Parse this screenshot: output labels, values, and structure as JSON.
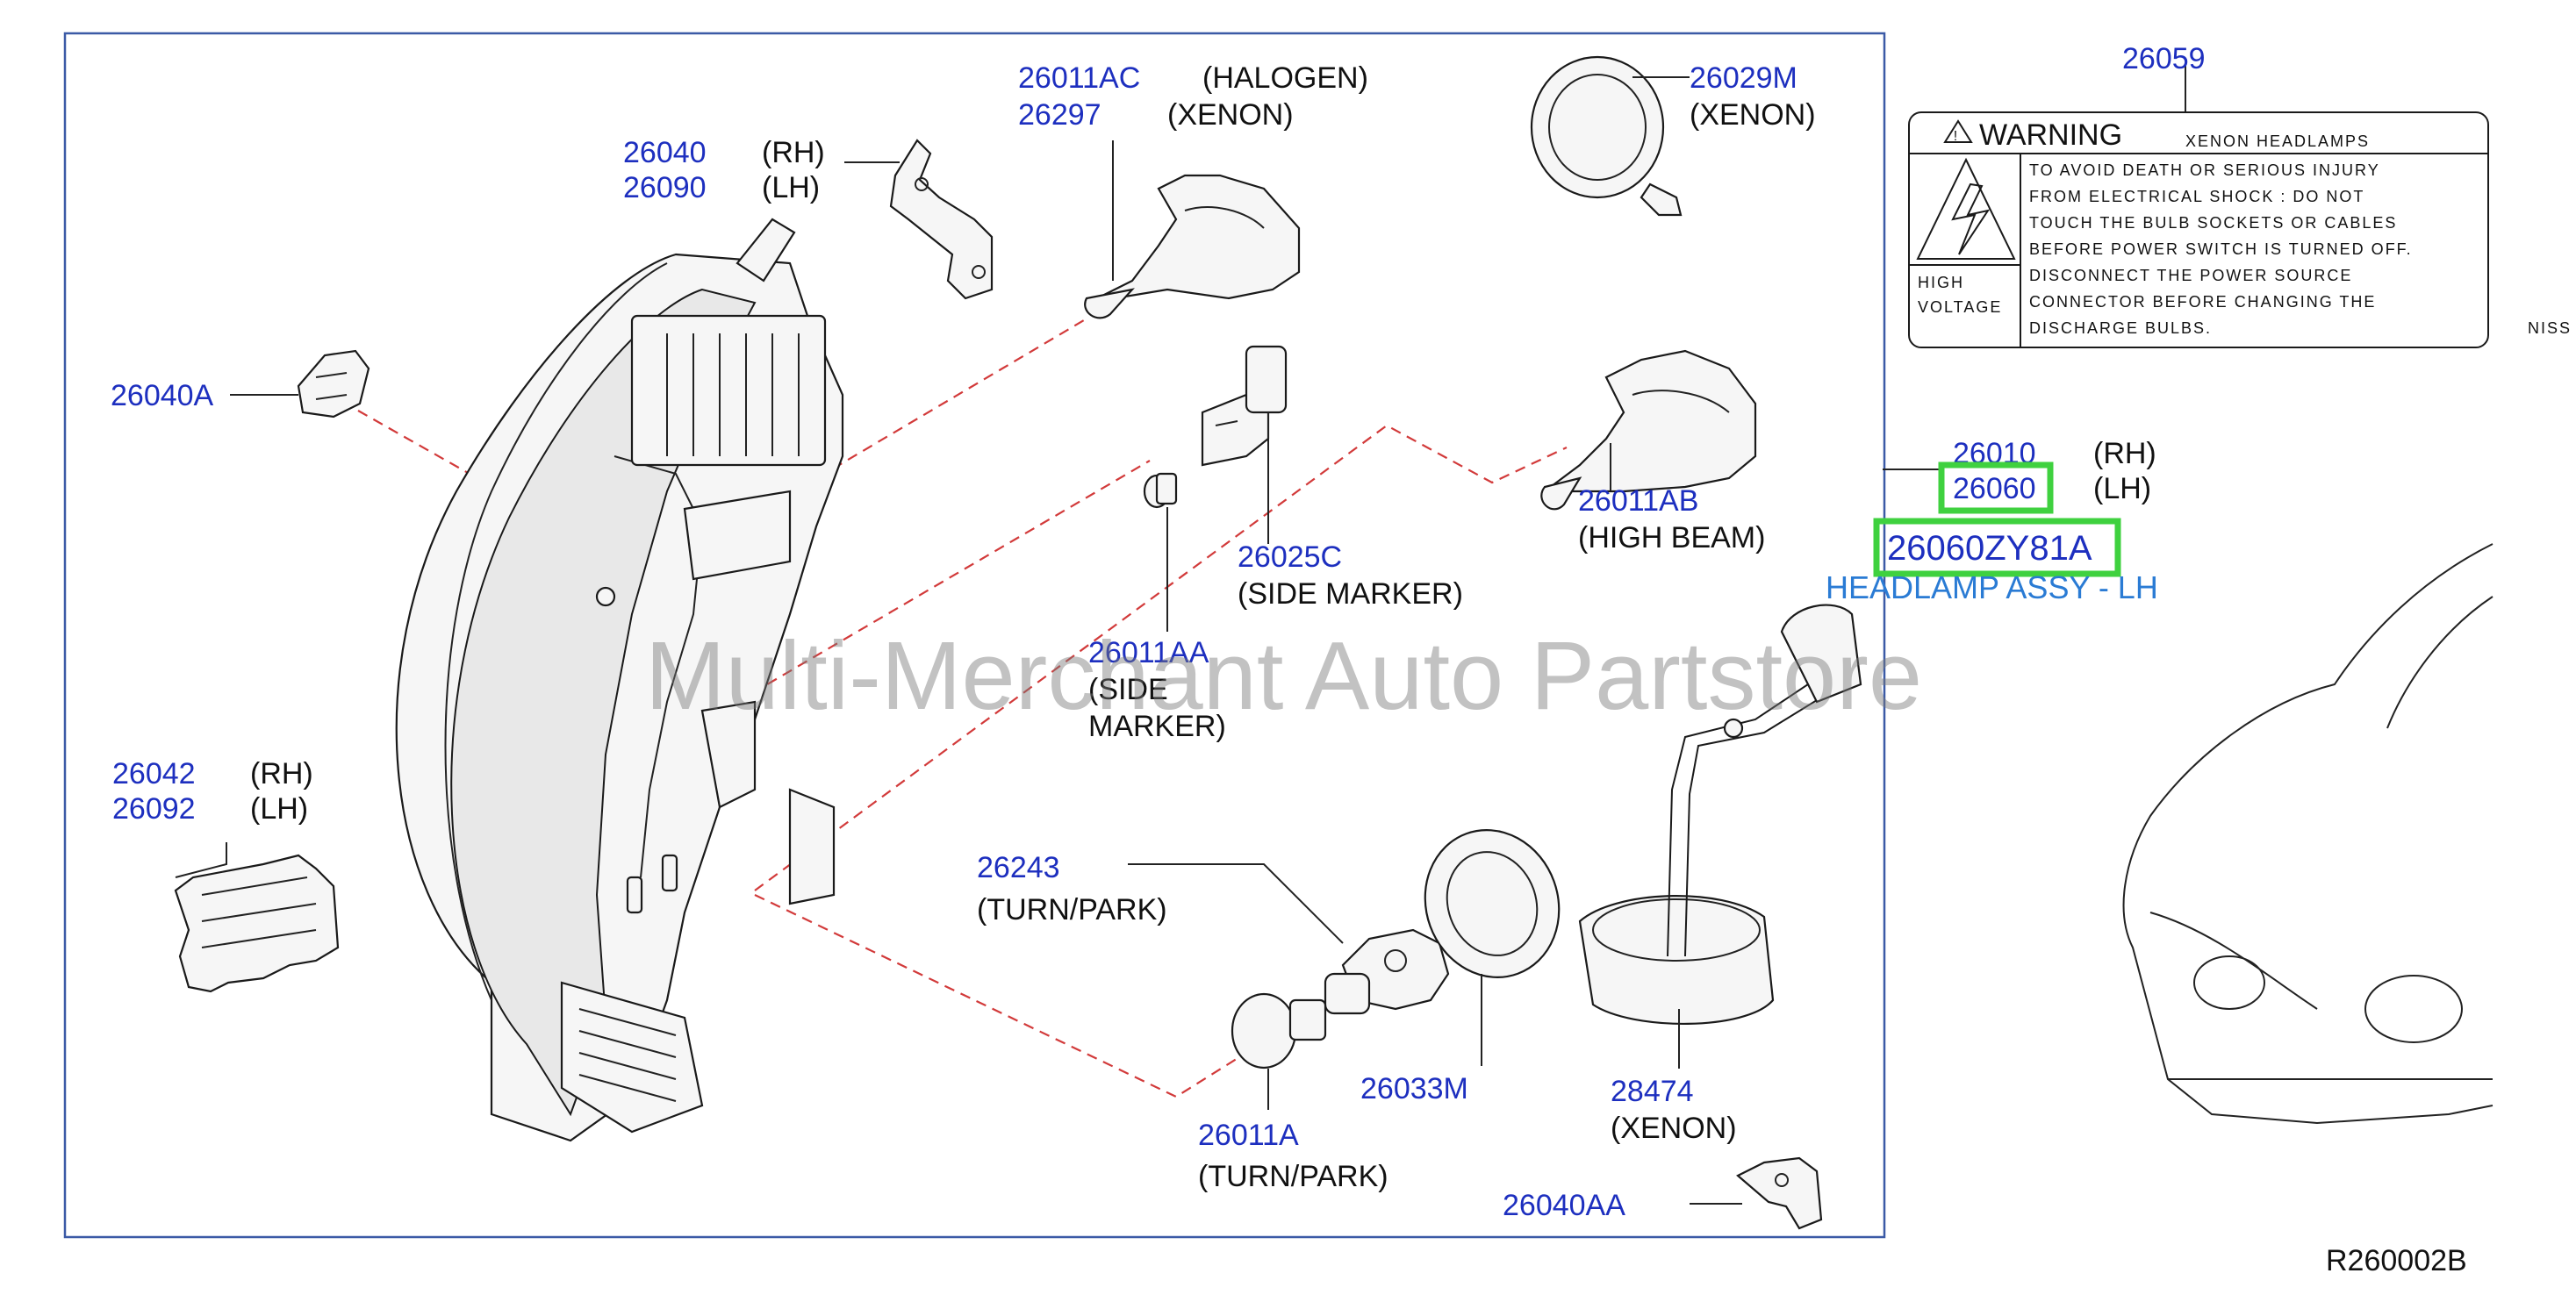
{
  "parts": {
    "p26011AC": {
      "number": "26011AC",
      "desc": "(HALOGEN)"
    },
    "p26297": {
      "number": "26297",
      "desc": "(XENON)"
    },
    "p26029M": {
      "number": "26029M",
      "desc": "(XENON)"
    },
    "p26059": {
      "number": "26059"
    },
    "p26040": {
      "number": "26040",
      "desc": "(RH)"
    },
    "p26090": {
      "number": "26090",
      "desc": "(LH)"
    },
    "p26040A": {
      "number": "26040A"
    },
    "p26011AB": {
      "number": "26011AB",
      "desc": "(HIGH   BEAM)"
    },
    "p26010": {
      "number": "26010",
      "desc": "(RH)"
    },
    "p26060": {
      "number": "26060",
      "desc": "(LH)"
    },
    "p26025C": {
      "number": "26025C",
      "desc": "(SIDE   MARKER)"
    },
    "p26011AA": {
      "number": "26011AA",
      "desc1": "(SIDE",
      "desc2": "MARKER)"
    },
    "p26042": {
      "number": "26042",
      "desc": "(RH)"
    },
    "p26092": {
      "number": "26092",
      "desc": "(LH)"
    },
    "p26243": {
      "number": "26243",
      "desc": "(TURN/PARK)"
    },
    "p26033M": {
      "number": "26033M"
    },
    "p28474": {
      "number": "28474",
      "desc": "(XENON)"
    },
    "p26011A": {
      "number": "26011A",
      "desc": "(TURN/PARK)"
    },
    "p26040AA": {
      "number": "26040AA"
    }
  },
  "highlight": {
    "part_number": "26060ZY81A",
    "name": "HEADLAMP ASSY - LH",
    "color": "#3fd13f"
  },
  "warning": {
    "title": "WARNING",
    "subtitle": "XENON   HEADLAMPS",
    "lines": [
      "TO   AVOID   DEATH   OR   SERIOUS   INJURY",
      "FROM   ELECTRICAL   SHOCK  :  DO   NOT",
      "TOUCH   THE   BULB   SOCKETS   OR   CABLES",
      "BEFORE   POWER   SWITCH   IS   TURNED   OFF.",
      "DISCONNECT   THE   POWER   SOURCE",
      "CONNECTOR   BEFORE   CHANGING   THE",
      "DISCHARGE   BULBS."
    ],
    "side_line1": "HIGH",
    "side_line2": "VOLTAGE",
    "brand_fragment": "NISS"
  },
  "watermark": "Multi-Merchant Auto Partstore",
  "diagram_code": "R260002B",
  "colors": {
    "part_number": "#1d2fbf",
    "frame": "#3b5aa6",
    "dashed_leader": "#d23a3a"
  }
}
